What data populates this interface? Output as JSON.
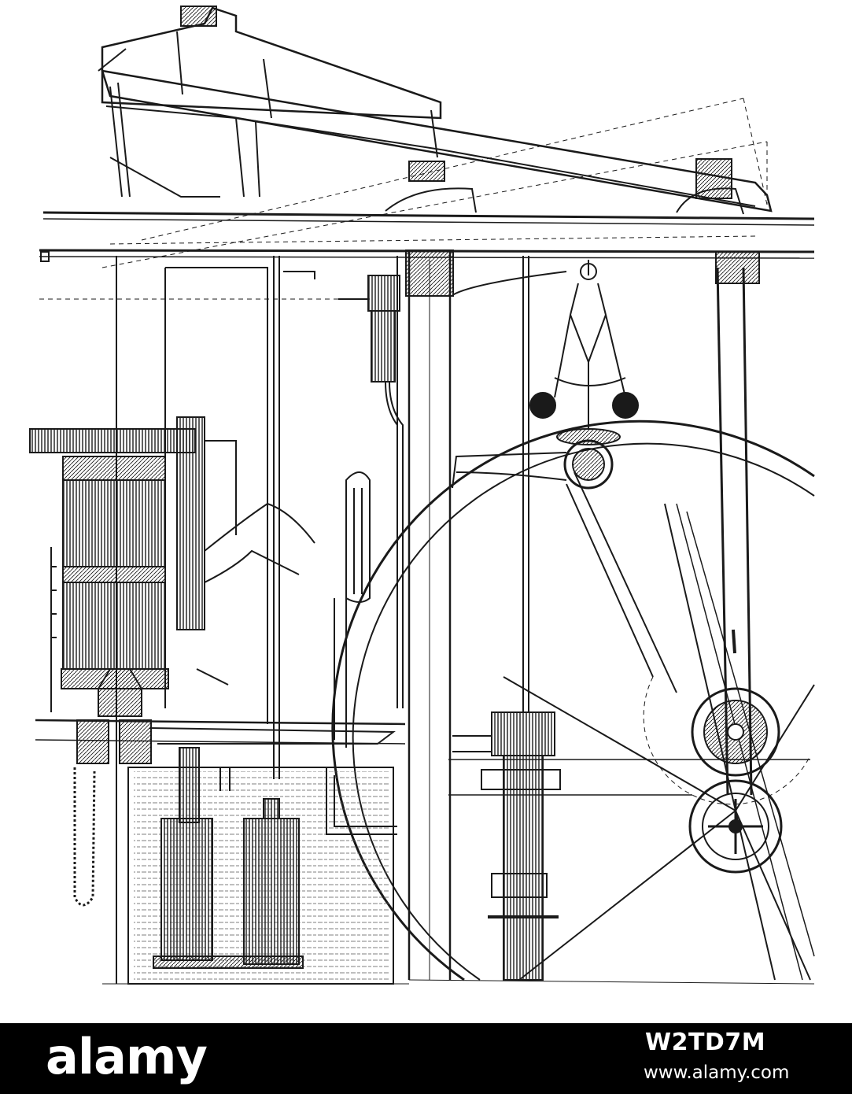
{
  "colors": {
    "ink": "#1a1a1a",
    "paper": "#ffffff",
    "bar": "#000000",
    "bar_text": "#ffffff"
  },
  "watermark": {
    "logo_text": "alamy",
    "stock_id": "W2TD7M",
    "url": "www.alamy.com"
  },
  "image": {
    "subject_icon": "steam-engine-engraving"
  }
}
